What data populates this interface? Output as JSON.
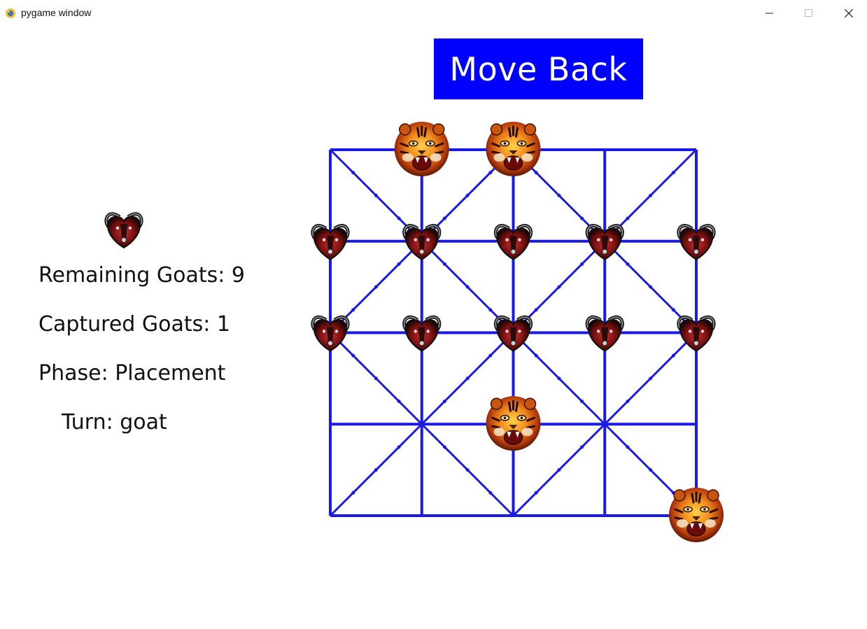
{
  "window": {
    "title": "pygame window",
    "controls": [
      "minimize",
      "maximize",
      "close"
    ]
  },
  "toolbar": {
    "move_back_label": "Move Back"
  },
  "status": {
    "remaining_goats": "Remaining Goats: 9",
    "captured_goats": "Captured Goats: 1",
    "phase": "Phase: Placement",
    "turn": "Turn: goat"
  },
  "turn_indicator_piece": "goat",
  "board": {
    "rows": 5,
    "cols": 5,
    "line_color": "#1a1ae6",
    "pieces": [
      {
        "row": 0,
        "col": 1,
        "type": "tiger"
      },
      {
        "row": 0,
        "col": 2,
        "type": "tiger"
      },
      {
        "row": 1,
        "col": 0,
        "type": "goat"
      },
      {
        "row": 1,
        "col": 1,
        "type": "goat"
      },
      {
        "row": 1,
        "col": 2,
        "type": "goat"
      },
      {
        "row": 1,
        "col": 3,
        "type": "goat"
      },
      {
        "row": 1,
        "col": 4,
        "type": "goat"
      },
      {
        "row": 2,
        "col": 0,
        "type": "goat"
      },
      {
        "row": 2,
        "col": 1,
        "type": "goat"
      },
      {
        "row": 2,
        "col": 2,
        "type": "goat"
      },
      {
        "row": 2,
        "col": 3,
        "type": "goat"
      },
      {
        "row": 2,
        "col": 4,
        "type": "goat"
      },
      {
        "row": 3,
        "col": 2,
        "type": "tiger"
      },
      {
        "row": 4,
        "col": 4,
        "type": "tiger"
      }
    ]
  },
  "colors": {
    "button_bg": "#0000ff",
    "button_text": "#ffffff",
    "tiger_orange": "#e8731c",
    "goat_red": "#8b1a1a"
  }
}
